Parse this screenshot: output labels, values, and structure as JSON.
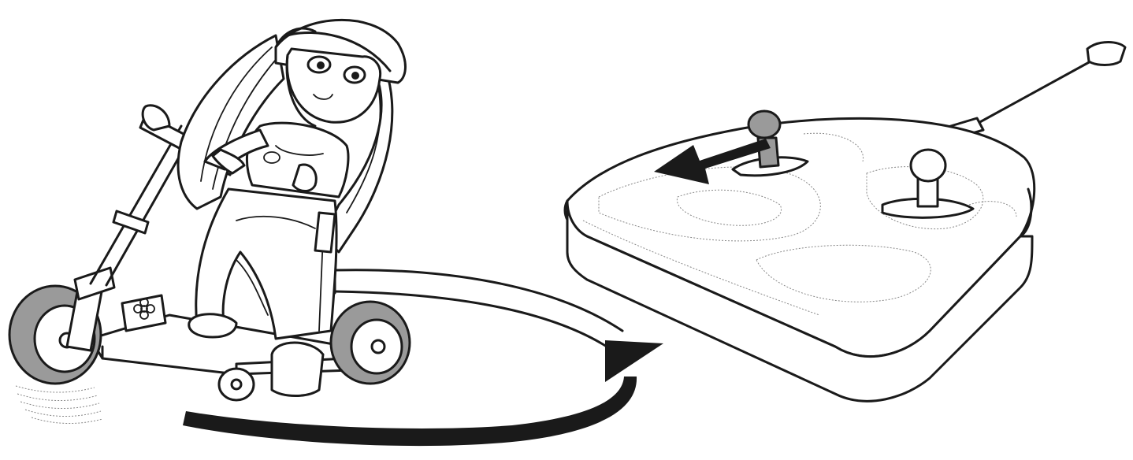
{
  "illustration": {
    "figure": "doll-on-scooter",
    "controller": "remote-control",
    "motion": "circular-turn",
    "ink_color": "#1a1a1a",
    "accent_grey": "#9a9a9a",
    "background": "#ffffff"
  }
}
